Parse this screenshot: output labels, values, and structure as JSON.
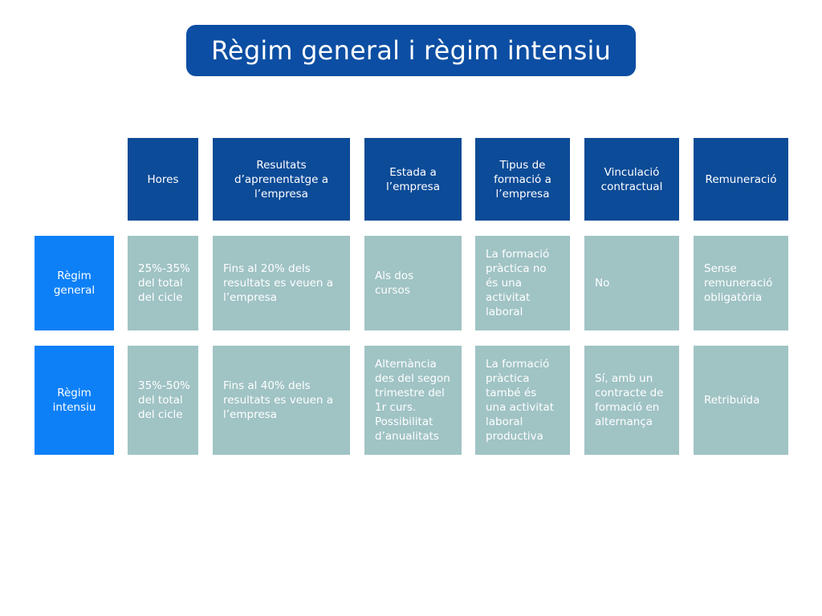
{
  "title": "Règim general i règim intensiu",
  "headers": {
    "hores": "Hores",
    "resultats": "Resultats\nd’aprenentatge a\nl’empresa",
    "estada": "Estada a\nl’empresa",
    "tipus": "Tipus de\nformació a\nl’empresa",
    "vinculacio": "Vinculació\ncontractual",
    "remuneracio": "Remuneració"
  },
  "rows": {
    "general": {
      "label": "Règim\ngeneral",
      "hores": "25%-35%\ndel total\ndel cicle",
      "resultats": "Fins al 20% dels\nresultats es veuen a\nl’empresa",
      "estada": "Als dos\ncursos",
      "tipus": "La formació\npràctica no\nés una\nactivitat\nlaboral",
      "vinculacio": "No",
      "remuneracio": "Sense\nremuneració\nobligatòria"
    },
    "intensiu": {
      "label": "Règim\nintensiu",
      "hores": "35%-50%\ndel total\ndel cicle",
      "resultats": "Fins al 40% dels\nresultats es veuen a\nl’empresa",
      "estada": "Alternància\ndes del segon\ntrimestre del\n1r curs.\nPossibilitat\nd’anualitats",
      "tipus": "La formació\npràctica\ntambé és\nuna activitat\nlaboral\nproductiva",
      "vinculacio": "Sí, amb un\ncontracte de\nformació en\nalternança",
      "remuneracio": "Retribuïda"
    }
  }
}
